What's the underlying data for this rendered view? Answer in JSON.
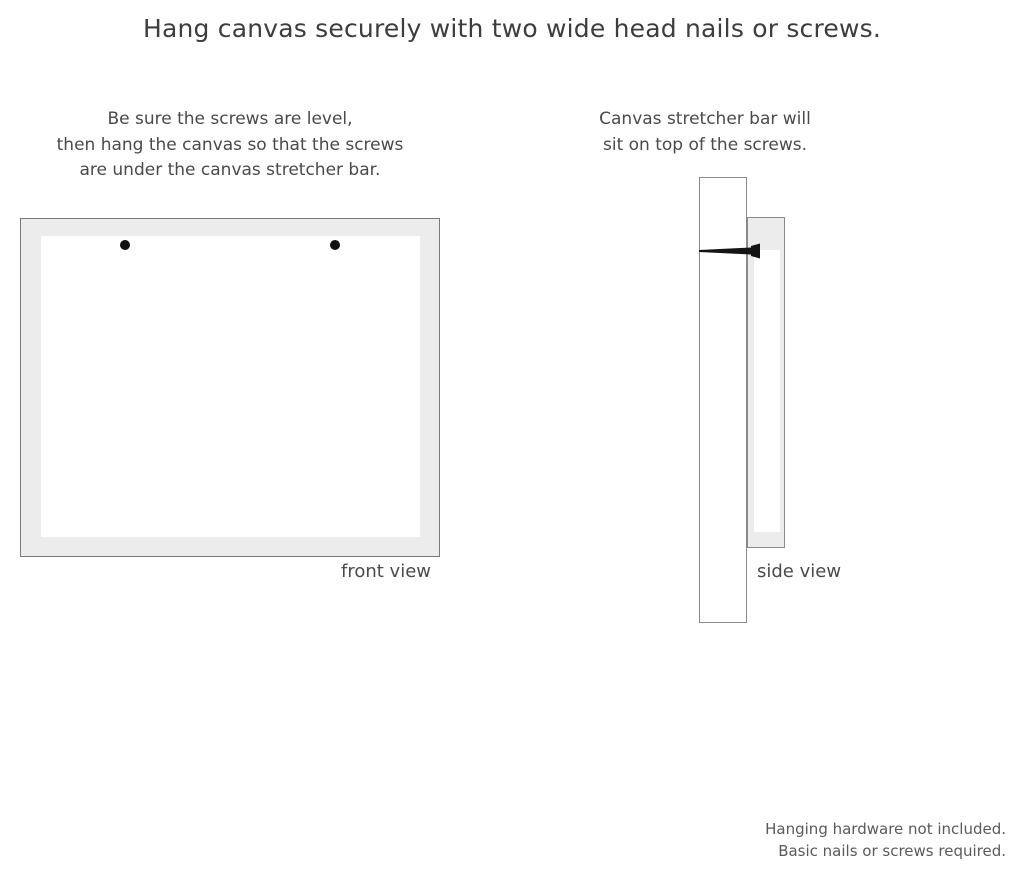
{
  "title": "Hang canvas securely with two wide head nails or screws.",
  "instructions": {
    "left": {
      "line1": "Be sure the screws are level,",
      "line2": "then hang the canvas so that the screws",
      "line3": "are under the canvas stretcher bar."
    },
    "right": {
      "line1": "Canvas stretcher bar will",
      "line2": "sit on top of the screws."
    }
  },
  "diagrams": {
    "front": {
      "label": "front view",
      "frame_color": "#ececec",
      "frame_border_color": "#7a7a7a",
      "panel_color": "#ffffff",
      "screw_color": "#111111",
      "screw_count": 2
    },
    "side": {
      "label": "side view",
      "wall_color": "#ffffff",
      "wall_border_color": "#8a8a8a",
      "canvas_color": "#ececec",
      "canvas_inner_color": "#ffffff",
      "screw_color": "#141414"
    }
  },
  "footer": {
    "line1": "Hanging hardware not included.",
    "line2": "Basic nails or screws required."
  },
  "colors": {
    "background": "#ffffff",
    "text": "#4a4a4a",
    "title_text": "#3d3d3d"
  }
}
